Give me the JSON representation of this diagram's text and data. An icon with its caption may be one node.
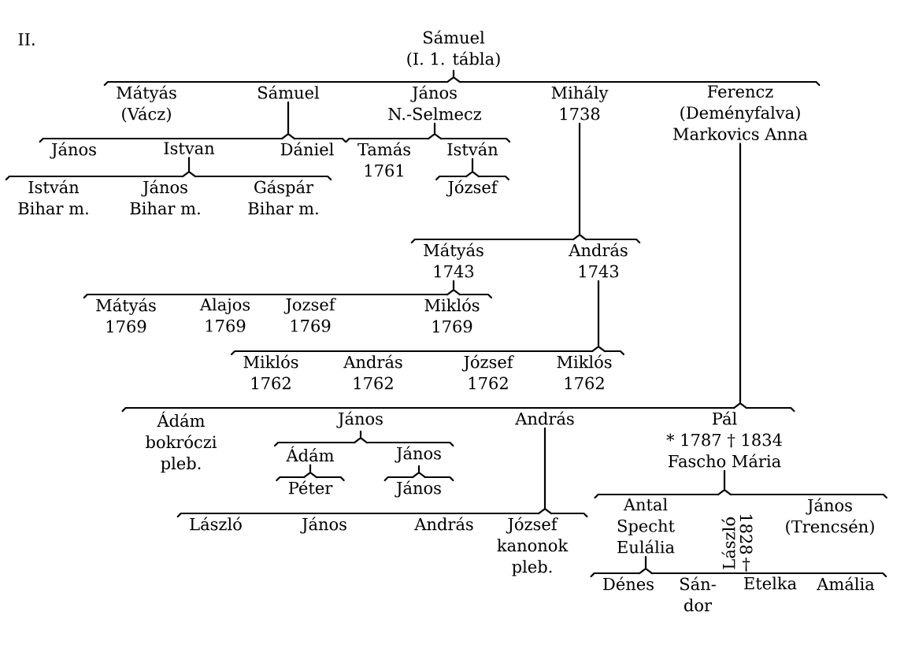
{
  "diagram": {
    "nodes": [
      {
        "text": [
          "Sámuel",
          "(I. 1. tábla)"
        ]
      },
      {
        "text": [
          "Mátyás",
          "(Vácz)"
        ]
      },
      {
        "text": [
          "Sámuel"
        ]
      },
      {
        "text": [
          "János",
          "N.-Selmecz"
        ]
      },
      {
        "text": [
          "Mihály",
          "1738"
        ]
      },
      {
        "text": [
          "Ferencz",
          "(Deményfalva)",
          "Markovics Anna"
        ]
      },
      {
        "text": [
          "János"
        ]
      },
      {
        "text": [
          "Istvan"
        ]
      },
      {
        "text": [
          "Dániel"
        ]
      },
      {
        "text": [
          "Tamás",
          "1761"
        ]
      },
      {
        "text": [
          "István"
        ]
      },
      {
        "text": [
          "István",
          "Bihar m."
        ]
      },
      {
        "text": [
          "János",
          "Bihar m."
        ]
      },
      {
        "text": [
          "Gáspár",
          "Bihar m."
        ]
      },
      {
        "text": [
          "József"
        ]
      },
      {
        "text": [
          "Mátyás",
          "1743"
        ]
      },
      {
        "text": [
          "András",
          "1743"
        ]
      },
      {
        "text": [
          "Mátyás",
          "1769"
        ]
      },
      {
        "text": [
          "Alajos",
          "1769"
        ]
      },
      {
        "text": [
          "Jozsef",
          "1769"
        ]
      },
      {
        "text": [
          "Miklós",
          "1769"
        ]
      },
      {
        "text": [
          "Miklós",
          "1762"
        ]
      },
      {
        "text": [
          "András",
          "1762"
        ]
      },
      {
        "text": [
          "József",
          "1762"
        ]
      },
      {
        "text": [
          "Miklós",
          "1762"
        ]
      },
      {
        "text": [
          "Ádám",
          "bokróczi pleb."
        ]
      },
      {
        "text": [
          "János"
        ]
      },
      {
        "text": [
          "András"
        ]
      },
      {
        "text": [
          "Pál",
          "* 1787 † 1834",
          "Fascho Mária"
        ]
      },
      {
        "text": [
          "Ádám"
        ]
      },
      {
        "text": [
          "János"
        ]
      },
      {
        "text": [
          "Péter"
        ]
      },
      {
        "text": [
          "János"
        ]
      },
      {
        "text": [
          "László"
        ]
      },
      {
        "text": [
          "János"
        ]
      },
      {
        "text": [
          "András"
        ]
      },
      {
        "text": [
          "József",
          "kanonok pleb."
        ]
      },
      {
        "text": [
          "Antal",
          "Specht Eulália"
        ]
      },
      {
        "text": [
          "László",
          "1828",
          "†"
        ]
      },
      {
        "text": [
          "János",
          "(Trencsén)"
        ]
      },
      {
        "text": [
          "Dénes"
        ]
      },
      {
        "text": [
          "Sán- dor"
        ]
      },
      {
        "text": [
          "Etelka"
        ]
      },
      {
        "text": [
          "Amália"
        ]
      }
    ],
    "edges": [
      {
        "from": 0,
        "to": 1,
        "arrow": "none"
      },
      {
        "from": 0,
        "to": 2,
        "arrow": "none"
      },
      {
        "from": 0,
        "to": 3,
        "arrow": "none"
      },
      {
        "from": 0,
        "to": 4,
        "arrow": "none"
      },
      {
        "from": 0,
        "to": 5,
        "arrow": "none"
      },
      {
        "from": 2,
        "to": 6,
        "arrow": "none"
      },
      {
        "from": 2,
        "to": 7,
        "arrow": "none"
      },
      {
        "from": 2,
        "to": 8,
        "arrow": "none"
      },
      {
        "from": 3,
        "to": 9,
        "arrow": "none"
      },
      {
        "from": 3,
        "to": 10,
        "arrow": "none"
      },
      {
        "from": 7,
        "to": 11,
        "arrow": "none"
      },
      {
        "from": 7,
        "to": 12,
        "arrow": "none"
      },
      {
        "from": 7,
        "to": 13,
        "arrow": "none"
      },
      {
        "from": 10,
        "to": 14,
        "arrow": "none"
      },
      {
        "from": 4,
        "to": 15,
        "arrow": "none"
      },
      {
        "from": 4,
        "to": 16,
        "arrow": "none"
      },
      {
        "from": 15,
        "to": 17,
        "arrow": "none"
      },
      {
        "from": 15,
        "to": 18,
        "arrow": "none"
      },
      {
        "from": 15,
        "to": 19,
        "arrow": "none"
      },
      {
        "from": 15,
        "to": 20,
        "arrow": "none"
      },
      {
        "from": 16,
        "to": 21,
        "arrow": "none"
      },
      {
        "from": 16,
        "to": 22,
        "arrow": "none"
      },
      {
        "from": 16,
        "to": 23,
        "arrow": "none"
      },
      {
        "from": 16,
        "to": 24,
        "arrow": "none"
      },
      {
        "from": 5,
        "to": 25,
        "arrow": "none"
      },
      {
        "from": 5,
        "to": 26,
        "arrow": "none"
      },
      {
        "from": 5,
        "to": 27,
        "arrow": "none"
      },
      {
        "from": 5,
        "to": 28,
        "arrow": "none"
      },
      {
        "from": 26,
        "to": 29,
        "arrow": "none"
      },
      {
        "from": 26,
        "to": 30,
        "arrow": "none"
      },
      {
        "from": 29,
        "to": 31,
        "arrow": "none"
      },
      {
        "from": 30,
        "to": 32,
        "arrow": "none"
      },
      {
        "from": 27,
        "to": 33,
        "arrow": "none"
      },
      {
        "from": 27,
        "to": 34,
        "arrow": "none"
      },
      {
        "from": 27,
        "to": 35,
        "arrow": "none"
      },
      {
        "from": 27,
        "to": 36,
        "arrow": "none"
      },
      {
        "from": 28,
        "to": 37,
        "arrow": "none"
      },
      {
        "from": 28,
        "to": 38,
        "arrow": "none"
      },
      {
        "from": 28,
        "to": 39,
        "arrow": "none"
      },
      {
        "from": 37,
        "to": 40,
        "arrow": "none"
      },
      {
        "from": 37,
        "to": 41,
        "arrow": "none"
      },
      {
        "from": 37,
        "to": 42,
        "arrow": "none"
      },
      {
        "from": 37,
        "to": 43,
        "arrow": "none"
      }
    ],
    "labels": [
      "II."
    ]
  }
}
